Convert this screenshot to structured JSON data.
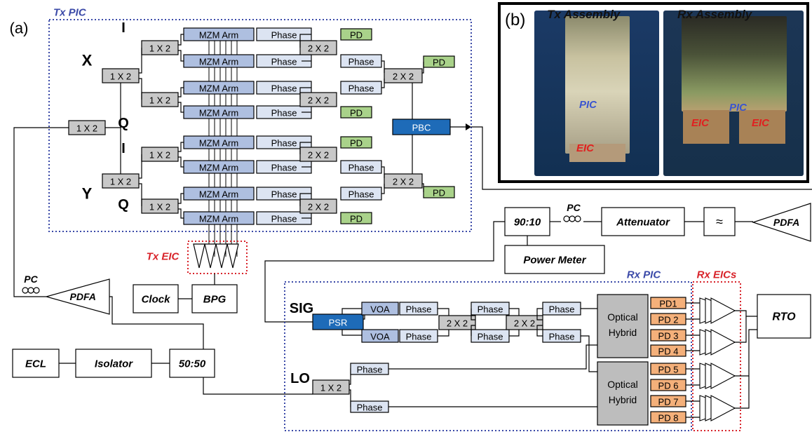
{
  "panels": {
    "a": "(a)",
    "b": "(b)"
  },
  "tx_pic": {
    "title": "Tx PIC",
    "pol": {
      "x": "X",
      "y": "Y"
    },
    "iq": {
      "i": "I",
      "q": "Q"
    },
    "splitter": "1 X 2",
    "coupler": "2 X 2",
    "mzm_arm": "MZM Arm",
    "phase": "Phase",
    "pd": "PD",
    "pbc": "PBC"
  },
  "tx_eic": "Tx EIC",
  "photo": {
    "tx_assembly": "Tx Assembly",
    "rx_assembly": "Rx Assembly",
    "pic": "PIC",
    "eic": "EIC"
  },
  "blocks": {
    "clock": "Clock",
    "bpg": "BPG",
    "ecl": "ECL",
    "isolator": "Isolator",
    "split_50_50": "50:50",
    "tap_90_10": "90:10",
    "power_meter": "Power Meter",
    "attenuator": "Attenuator",
    "pdfa": "PDFA",
    "pc": "PC",
    "rto": "RTO"
  },
  "rx_pic": {
    "title": "Rx PIC",
    "sig": "SIG",
    "lo": "LO",
    "psr": "PSR",
    "voa": "VOA",
    "phase": "Phase",
    "coupler": "2 X 2",
    "splitter": "1 X 2",
    "hybrid_line1": "Optical",
    "hybrid_line2": "Hybrid",
    "pds": [
      "PD1",
      "PD 2",
      "PD 3",
      "PD 4",
      "PD 5",
      "PD 6",
      "PD 7",
      "PD 8"
    ]
  },
  "rx_eics": "Rx EICs",
  "colors": {
    "grey_box": "#c8c8c8",
    "mzm": "#aebfe0",
    "phase": "#dce4f2",
    "pd_green": "#a9d28a",
    "pd_orange": "#f4b07a",
    "pbc_psr": "#1e6bb8",
    "pic_border": "#3b4aa8",
    "eic_border": "#d8232a",
    "hybrid": "#bdbdbd"
  }
}
